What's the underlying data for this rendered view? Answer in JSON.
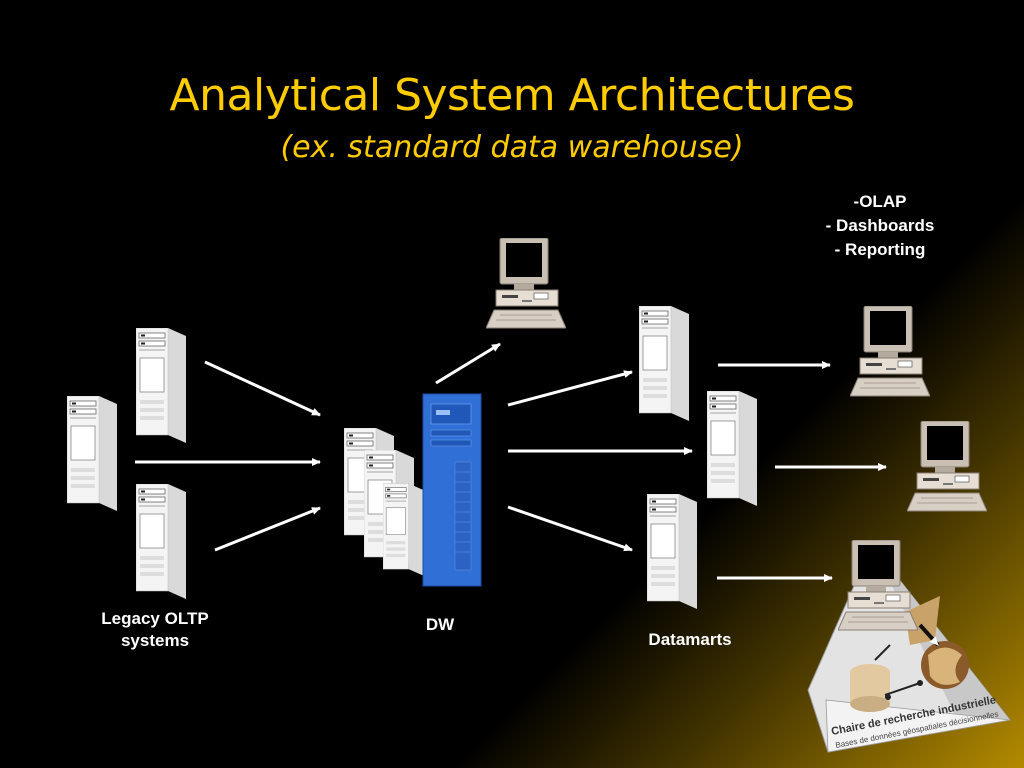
{
  "slide": {
    "title": "Analytical System Architectures",
    "subtitle": "(ex. standard data warehouse)"
  },
  "labels": {
    "legacy": [
      "Legacy OLTP",
      "systems"
    ],
    "dw": "DW",
    "datamarts": "Datamarts"
  },
  "tools": [
    "-OLAP",
    "- Dashboards",
    "- Reporting"
  ],
  "logo": {
    "line1": "Chaire de recherche industrielle",
    "line2": "Bases de données géospatiales décisionnelles"
  },
  "colors": {
    "title": "#ffcc00",
    "dw_tower": "#2f6fd6",
    "background": "#000000",
    "glow": "#b38a00"
  },
  "icons": [
    "server-icon",
    "workstation-icon",
    "dw-tower-icon",
    "arrow-icon",
    "logo-pyramid-icon"
  ]
}
